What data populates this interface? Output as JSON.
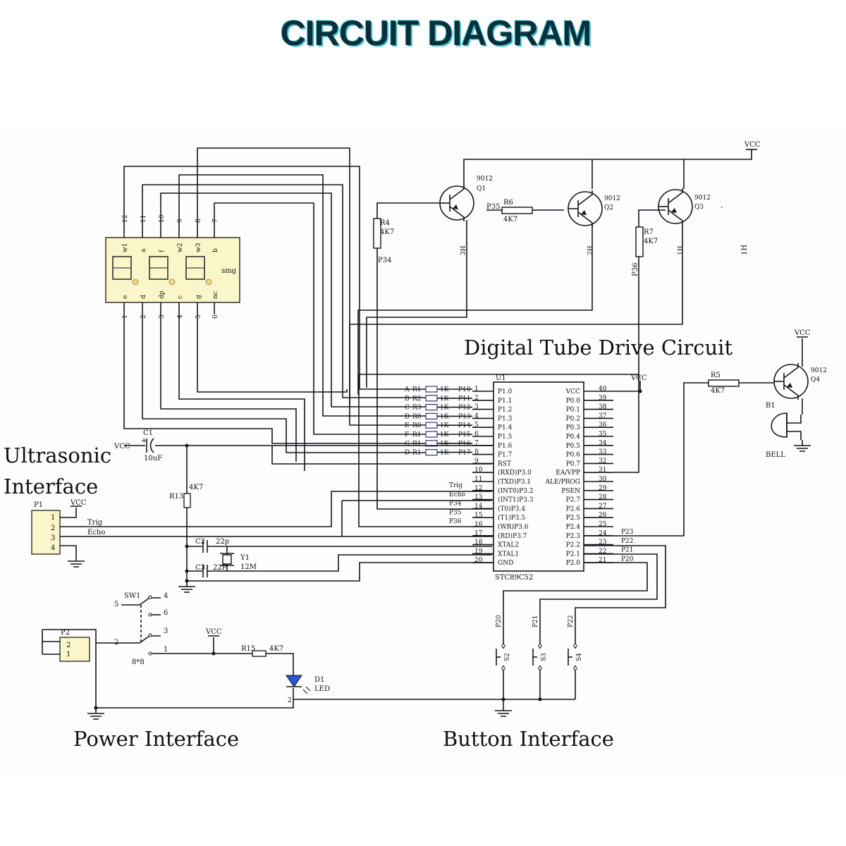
{
  "title": "CIRCUIT DIAGRAM",
  "sections": {
    "digital_tube": "Digital Tube Drive  Circuit",
    "ultrasonic_line1": "Ultrasonic",
    "ultrasonic_line2": "Interface",
    "power": "Power Interface",
    "button": "Button Interface"
  },
  "display": {
    "name": "smg",
    "top_pins": [
      "12",
      "11",
      "10",
      "9",
      "8",
      "7"
    ],
    "top_labels": [
      "w1",
      "a",
      "f",
      "w2",
      "w3",
      "b"
    ],
    "bottom_pins": [
      "1",
      "2",
      "3",
      "4",
      "5",
      "6"
    ],
    "bottom_labels": [
      "e",
      "d",
      "dp",
      "c",
      "g",
      "nc"
    ]
  },
  "mcu": {
    "ref": "U1",
    "part": "STC89C52",
    "left_pins": [
      {
        "num": "1",
        "name": "P1.0"
      },
      {
        "num": "2",
        "name": "P1.1"
      },
      {
        "num": "3",
        "name": "P1.2"
      },
      {
        "num": "4",
        "name": "P1.3"
      },
      {
        "num": "5",
        "name": "P1.4"
      },
      {
        "num": "6",
        "name": "P1.5"
      },
      {
        "num": "7",
        "name": "P1.6"
      },
      {
        "num": "8",
        "name": "P1.7"
      },
      {
        "num": "9",
        "name": "RST"
      },
      {
        "num": "10",
        "name": "(RXD)P3.0"
      },
      {
        "num": "11",
        "name": "(TXD)P3.1"
      },
      {
        "num": "12",
        "name": "(INT0)P3.2"
      },
      {
        "num": "13",
        "name": "(INT1)P3.3"
      },
      {
        "num": "14",
        "name": "(T0)P3.4"
      },
      {
        "num": "15",
        "name": "(T1)P3.5"
      },
      {
        "num": "16",
        "name": "(WR)P3.6"
      },
      {
        "num": "17",
        "name": "(RD)P3.7"
      },
      {
        "num": "18",
        "name": "XTAL2"
      },
      {
        "num": "19",
        "name": "XTAL1"
      },
      {
        "num": "20",
        "name": "GND"
      }
    ],
    "right_pins": [
      {
        "num": "40",
        "name": "VCC"
      },
      {
        "num": "39",
        "name": "P0.0"
      },
      {
        "num": "38",
        "name": "P0.1"
      },
      {
        "num": "37",
        "name": "P0.2"
      },
      {
        "num": "36",
        "name": "P0.3"
      },
      {
        "num": "35",
        "name": "P0.4"
      },
      {
        "num": "34",
        "name": "P0.5"
      },
      {
        "num": "33",
        "name": "P0.6"
      },
      {
        "num": "32",
        "name": "P0.7"
      },
      {
        "num": "31",
        "name": "EA/VPP"
      },
      {
        "num": "30",
        "name": "ALE/PROG"
      },
      {
        "num": "29",
        "name": "PSEN"
      },
      {
        "num": "28",
        "name": "P2.7"
      },
      {
        "num": "27",
        "name": "P2.6"
      },
      {
        "num": "26",
        "name": "P2.5"
      },
      {
        "num": "25",
        "name": "P2.4"
      },
      {
        "num": "24",
        "name": "P2.3"
      },
      {
        "num": "23",
        "name": "P2.2"
      },
      {
        "num": "22",
        "name": "P2.1"
      },
      {
        "num": "21",
        "name": "P2.0"
      }
    ],
    "vcc": "VCC"
  },
  "resistor_array": {
    "segments": [
      "A",
      "B",
      "C",
      "D",
      "E",
      "F",
      "G",
      "D"
    ],
    "refs": [
      "R1",
      "R2",
      "R3",
      "R8",
      "R0",
      "R1",
      "R1",
      "R1"
    ],
    "value": "1K",
    "nets": [
      "P10",
      "P11",
      "P12",
      "P13",
      "P14",
      "P15",
      "P16",
      "P17"
    ]
  },
  "left_nets": [
    "Trig",
    "Echo",
    "P34",
    "P35",
    "P36"
  ],
  "p2_nets": [
    "P23",
    "P22",
    "P21",
    "P20"
  ],
  "transistors": [
    {
      "ref": "Q1",
      "part": "9012",
      "out": "3H"
    },
    {
      "ref": "Q2",
      "part": "9012",
      "out": "2H"
    },
    {
      "ref": "Q3",
      "part": "9012",
      "out": "1H"
    },
    {
      "ref": "Q4",
      "part": "9012"
    }
  ],
  "stray_1h": "1H",
  "dash": "-",
  "resistors": {
    "R4": {
      "ref": "R4",
      "value": "4K7",
      "net": "P34"
    },
    "R6": {
      "ref": "R6",
      "value": "4K7",
      "net": "P35"
    },
    "R7": {
      "ref": "R7",
      "value": "4K7",
      "net": "P36"
    },
    "R5": {
      "ref": "R5",
      "value": "4K7"
    },
    "R13": {
      "ref": "R13",
      "value": "4K7"
    },
    "R15": {
      "ref": "R15",
      "value": "4K7"
    }
  },
  "capacitors": {
    "C1": {
      "ref": "C1",
      "value": "10uF"
    },
    "C2": {
      "ref": "C2",
      "value": "22p"
    },
    "C3": {
      "ref": "C3",
      "value": "22P"
    }
  },
  "crystal": {
    "ref": "Y1",
    "value": "12M"
  },
  "buzzer": {
    "ref": "B1",
    "label": "BELL"
  },
  "vcc_label": "VCC",
  "p1": {
    "ref": "P1",
    "pins": [
      "1",
      "2",
      "3",
      "4"
    ],
    "trig": "Trig",
    "echo": "Echo"
  },
  "p2": {
    "ref": "P2",
    "pins": [
      "2",
      "1"
    ]
  },
  "switch": {
    "ref": "SW1",
    "pins": [
      "5",
      "4",
      "6",
      "3",
      "2",
      "1"
    ],
    "type": "8*8"
  },
  "led": {
    "ref": "D1",
    "label": "LED",
    "pin2": "2"
  },
  "buttons": [
    {
      "ref": "S2",
      "net": "P20"
    },
    {
      "ref": "S3",
      "net": "P21"
    },
    {
      "ref": "S4",
      "net": "P22"
    }
  ]
}
